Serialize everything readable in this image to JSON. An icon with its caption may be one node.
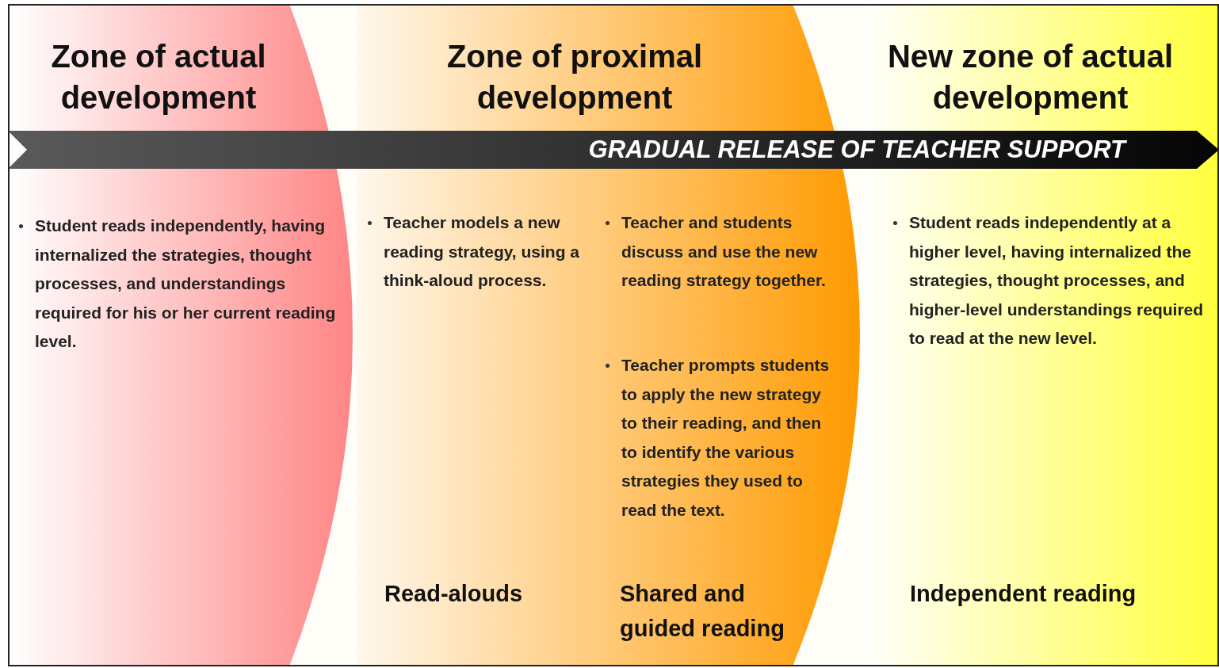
{
  "diagram": {
    "nodes": [
      {
        "text": [
          "Zone of actual development",
          "Student reads independently, having internalized the strategies, thought processes, and understandings required for his or her current reading level."
        ]
      },
      {
        "text": [
          "Zone of proximal development",
          "Teacher models a new reading strategy, using a think-aloud process.",
          "Teacher and students discuss and use the new reading strategy together.",
          "Teacher prompts students to apply the new strategy to their reading, and then to identify the various strategies they used to read the text.",
          "Read-alouds",
          "Shared and guided reading"
        ]
      },
      {
        "text": [
          "New zone of actual development",
          "Student reads independently at a higher level, having internalized the strategies, thought processes, and higher-level understandings required to read at the new level.",
          "Independent reading"
        ]
      },
      {
        "text": [
          "GRADUAL RELEASE OF TEACHER SUPPORT"
        ]
      }
    ]
  }
}
